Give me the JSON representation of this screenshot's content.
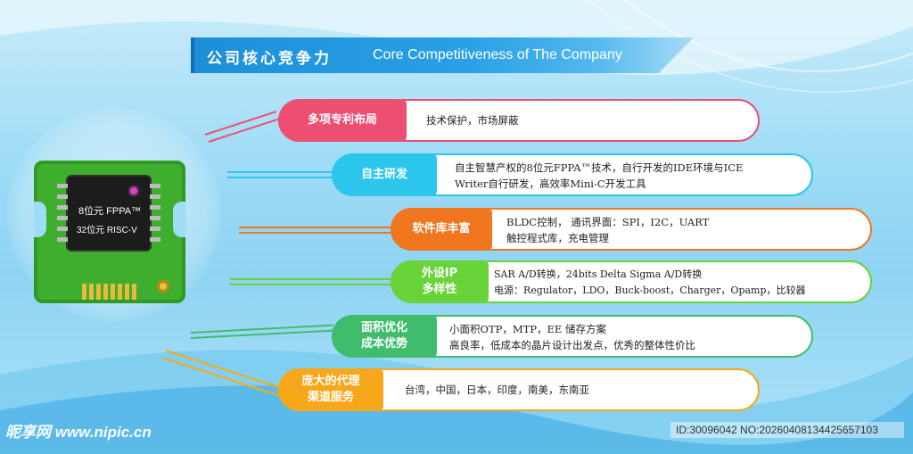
{
  "title": {
    "cn": "公司核心竞争力",
    "en": "Core Competitiveness of The Company"
  },
  "chip": {
    "line1": "8位元 FPPA™",
    "line2": "32位元 RISC-V"
  },
  "rows": [
    {
      "tag": "多项专利布局",
      "desc": "技术保护，市场屏蔽",
      "color": "#ec4f72"
    },
    {
      "tag": "自主研发",
      "desc": "自主智慧产权的8位元FPPA™技术，自行开发的IDE环境与ICE\nWriter自行研发，高效率Mini-C开发工具",
      "color": "#2cc6ec"
    },
    {
      "tag": "软件库丰富",
      "desc": "BLDC控制， 通讯界面：SPI，I2C，UART\n触控程式库，充电管理",
      "color": "#f0761f"
    },
    {
      "tag": "外设IP\n多样性",
      "desc": "SAR A/D转换，24bits Delta Sigma A/D转换\n电源：Regulator，LDO，Buck-boost，Charger，Opamp，比较器",
      "color": "#69d33a"
    },
    {
      "tag": "面积优化\n成本优势",
      "desc": "小面积OTP，MTP，EE 储存方案\n高良率，低成本的晶片设计出发点，优秀的整体性价比",
      "color": "#3fbd6c"
    },
    {
      "tag": "庞大的代理\n渠道服务",
      "desc": "台湾，中国，日本，印度，南美，东南亚",
      "color": "#f6a81a"
    }
  ],
  "watermark": {
    "site": "昵享网 www.nipic.cn",
    "id": "ID:30096042 NO:20260408134425657103"
  }
}
